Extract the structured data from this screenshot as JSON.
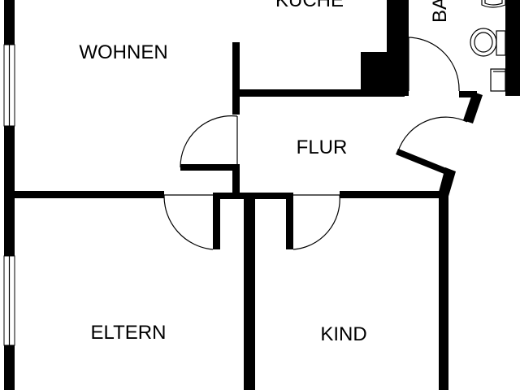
{
  "rooms": {
    "wohnen": "WOHNEN",
    "kueche": "KÜCHE",
    "bad": "BAD",
    "flur": "FLUR",
    "eltern": "ELTERN",
    "kind": "KIND"
  },
  "colors": {
    "wall": "#000000",
    "background": "#ffffff"
  },
  "icons": {
    "sink": "sink-icon",
    "toilet": "toilet-icon"
  }
}
